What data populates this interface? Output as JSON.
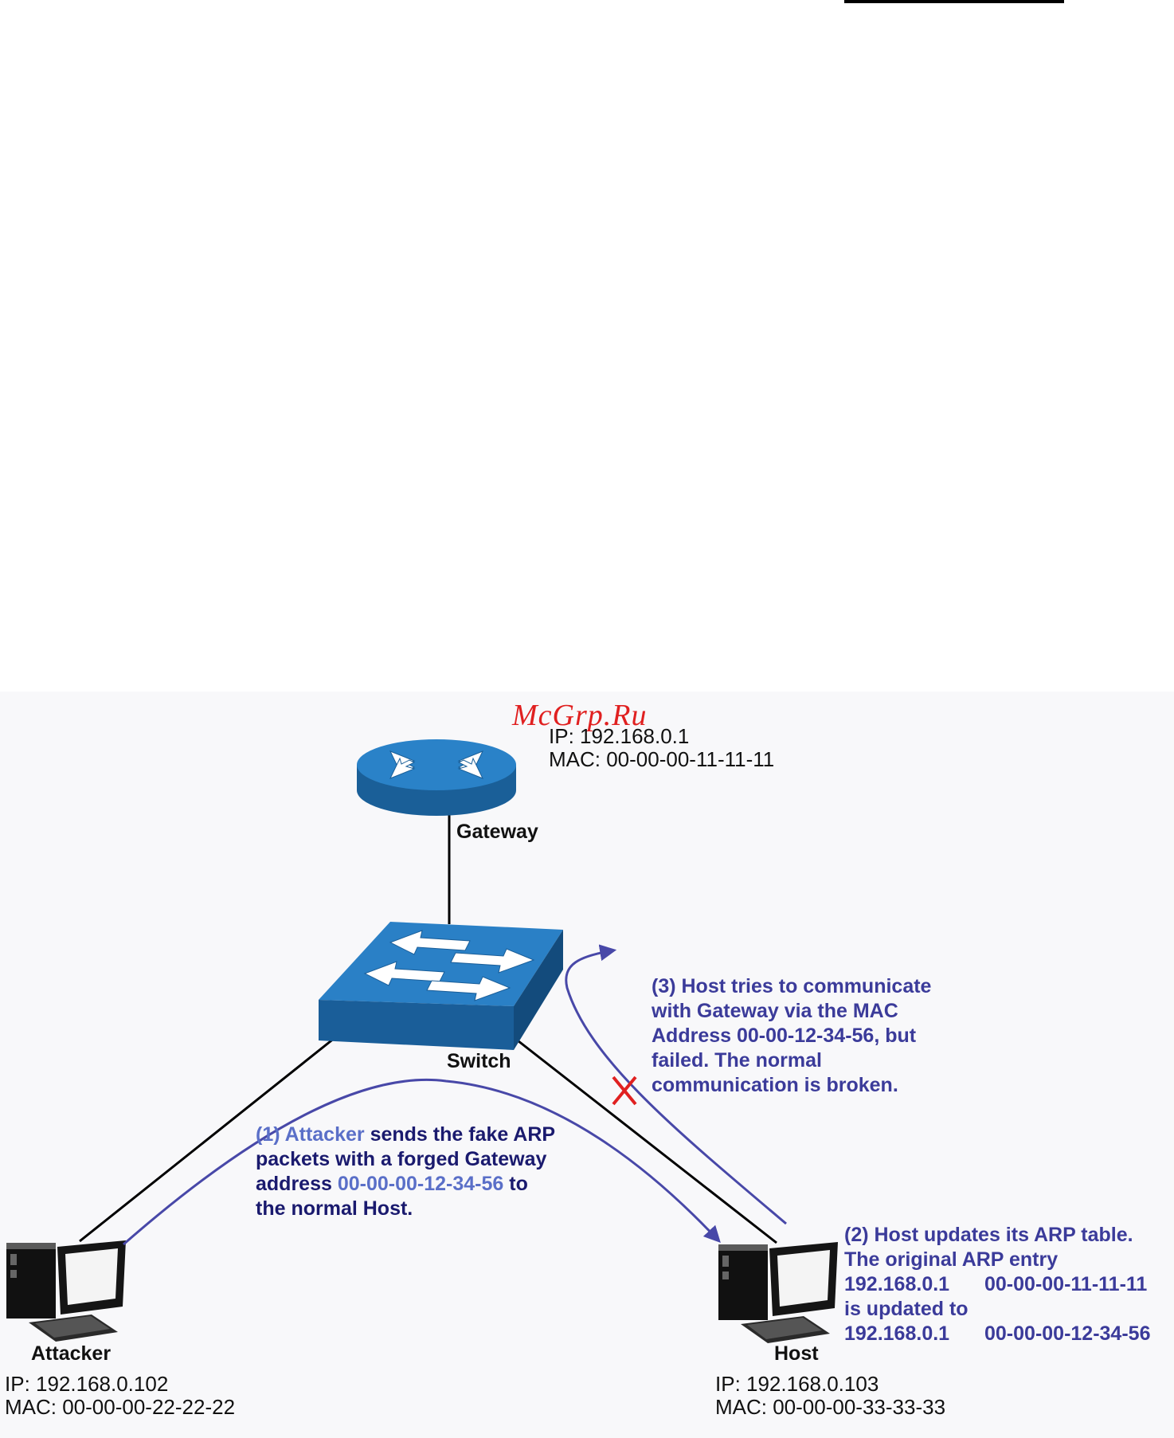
{
  "watermark": "McGrp.Ru",
  "gateway": {
    "label": "Gateway",
    "ip": "IP: 192.168.0.1",
    "mac": "MAC: 00-00-00-11-11-11"
  },
  "switch": {
    "label": "Switch"
  },
  "attacker": {
    "label": "Attacker",
    "ip": "IP: 192.168.0.102",
    "mac": "MAC: 00-00-00-22-22-22"
  },
  "host": {
    "label": "Host",
    "ip": "IP: 192.168.0.103",
    "mac": "MAC: 00-00-00-33-33-33"
  },
  "step1": {
    "prefix": "(1) ",
    "attacker": "Attacker",
    "text_a": " sends the fake ARP",
    "line2": "packets with a forged Gateway",
    "line3_a": "address ",
    "forged_mac": "00-00-00-12-34-56",
    "line3_b": " to",
    "line4": "the normal Host."
  },
  "step2": {
    "line1": "(2) Host updates its ARP table.",
    "line2": "The original ARP entry",
    "entry_ip_1": "192.168.0.1",
    "entry_mac_1": "00-00-00-11-11-11",
    "line4": "is updated to",
    "entry_ip_2": "192.168.0.1",
    "entry_mac_2": "00-00-00-12-34-56"
  },
  "step3": {
    "line1": "(3) Host tries to communicate",
    "line2": "with Gateway via the MAC",
    "line3": "Address  00-00-12-34-56, but",
    "line4": "failed. The normal",
    "line5": "communication is broken."
  },
  "colors": {
    "device_blue": "#1f6fb2",
    "arrow_blue": "#4848a8",
    "fail_red": "#e02020"
  }
}
